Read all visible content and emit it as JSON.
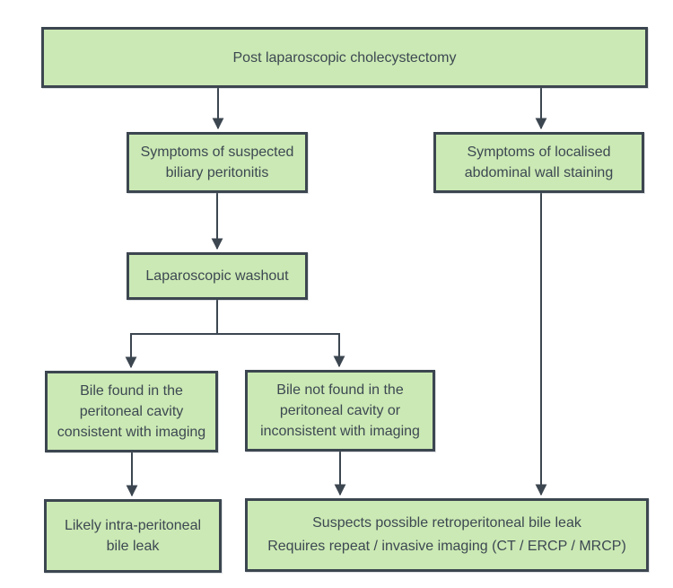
{
  "colors": {
    "box_fill": "#cbe9b4",
    "box_border": "#3c4650",
    "arrow": "#3c4650",
    "text": "#3d4852",
    "background": "#ffffff"
  },
  "flowchart": {
    "nodes": {
      "root": {
        "lines": [
          "Post laparoscopic cholecystectomy"
        ]
      },
      "peritonitis": {
        "lines": [
          "Symptoms of suspected",
          "biliary peritonitis"
        ]
      },
      "staining": {
        "lines": [
          "Symptoms of localised",
          "abdominal wall staining"
        ]
      },
      "washout": {
        "lines": [
          "Laparoscopic washout"
        ]
      },
      "bile_found": {
        "lines": [
          "Bile found in the",
          "peritoneal cavity",
          "consistent with imaging"
        ]
      },
      "bile_not_found": {
        "lines": [
          "Bile not found in the",
          "peritoneal cavity or",
          "inconsistent with imaging"
        ]
      },
      "intra": {
        "lines": [
          "Likely intra-peritoneal",
          "bile leak"
        ]
      },
      "retro": {
        "lines": [
          "Suspects possible retroperitoneal bile leak",
          "Requires repeat / invasive imaging (CT / ERCP / MRCP)"
        ]
      }
    },
    "edges": [
      {
        "from": "root",
        "to": "peritonitis"
      },
      {
        "from": "root",
        "to": "staining"
      },
      {
        "from": "peritonitis",
        "to": "washout"
      },
      {
        "from": "washout",
        "to": "bile_found"
      },
      {
        "from": "washout",
        "to": "bile_not_found"
      },
      {
        "from": "bile_found",
        "to": "intra"
      },
      {
        "from": "bile_not_found",
        "to": "retro"
      },
      {
        "from": "staining",
        "to": "retro"
      }
    ]
  }
}
